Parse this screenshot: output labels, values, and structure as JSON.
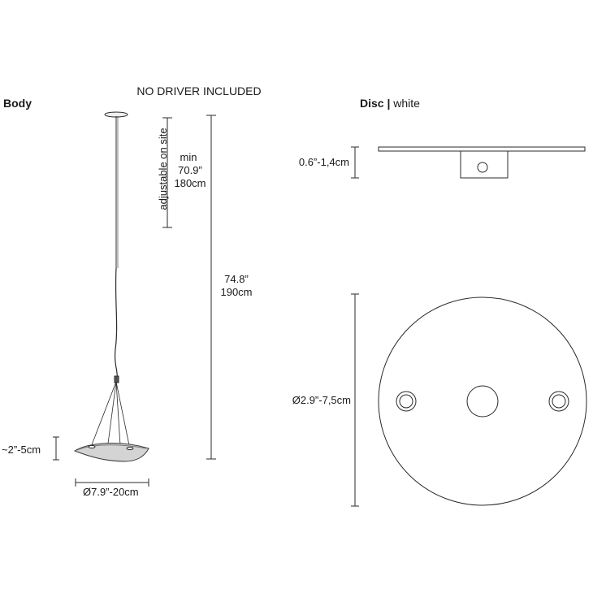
{
  "notice": "NO DRIVER INCLUDED",
  "body_view": {
    "title": "Body",
    "adjustable_label": "adjustable on site",
    "min_prefix": "min",
    "min_in": "70.9”",
    "min_cm": "180cm",
    "total_in": "74.8”",
    "total_cm": "190cm",
    "shade_height": "~2”-5cm",
    "shade_diameter": "Ø7.9”-20cm"
  },
  "disc_view": {
    "title": "Disc",
    "separator": "|",
    "finish": "white",
    "thickness": "0.6”-1,4cm",
    "diameter": "Ø2.9”-7,5cm"
  }
}
